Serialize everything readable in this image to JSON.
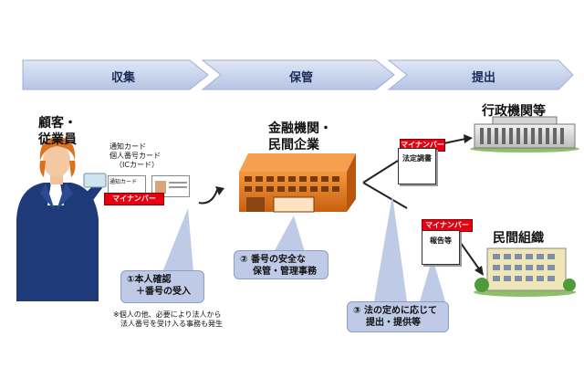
{
  "stages": {
    "collect": "収集",
    "store": "保管",
    "provide": "提出"
  },
  "customer": {
    "line1": "顧客・",
    "line2": "従業員"
  },
  "cards": {
    "line1": "通知カード",
    "line2": "個人番号カード",
    "line3": "（ICカード）",
    "notice_card_label": "通知カード"
  },
  "mynumber_tag": "マイナンバー",
  "financial": {
    "line1": "金融機関・",
    "line2": "民間企業"
  },
  "government": "行政機関等",
  "private_org": "民間組織",
  "docs": {
    "legal_report": "法定調書",
    "report": "報告等"
  },
  "notes": {
    "n1_line1": "①本人確認",
    "n1_line2": "＋番号の受入",
    "n2_line1": "②  番号の安全な",
    "n2_line2": "保管・管理事務",
    "n3_line1": "③  法の定めに応じて",
    "n3_line2": "提出・提供等"
  },
  "footnote": {
    "line1": "※個人の他、必要により法人から",
    "line2": "法人番号を受け入る事務も発生"
  },
  "colors": {
    "chevron": "#c9d4ec",
    "tag_red": "#e60012",
    "building_orange": "#e87722",
    "note_fill": "#bfcbe6"
  }
}
